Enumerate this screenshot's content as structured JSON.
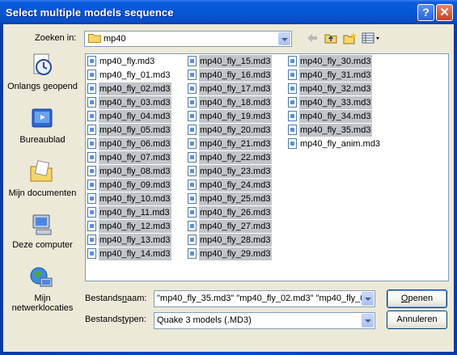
{
  "window": {
    "title": "Select multiple models sequence"
  },
  "lookin": {
    "label": "Zoeken in:",
    "value": "mp40"
  },
  "places": [
    {
      "label": "Onlangs geopend",
      "icon": "recent-documents-icon"
    },
    {
      "label": "Bureaublad",
      "icon": "desktop-icon"
    },
    {
      "label": "Mijn documenten",
      "icon": "my-documents-icon"
    },
    {
      "label": "Deze computer",
      "icon": "my-computer-icon"
    },
    {
      "label": "Mijn netwerklocaties",
      "icon": "network-places-icon"
    }
  ],
  "files": {
    "col1": [
      {
        "name": "mp40_fly.md3",
        "selected": false
      },
      {
        "name": "mp40_fly_01.md3",
        "selected": false
      },
      {
        "name": "mp40_fly_02.md3",
        "selected": true
      },
      {
        "name": "mp40_fly_03.md3",
        "selected": true
      },
      {
        "name": "mp40_fly_04.md3",
        "selected": true
      },
      {
        "name": "mp40_fly_05.md3",
        "selected": true
      },
      {
        "name": "mp40_fly_06.md3",
        "selected": true
      },
      {
        "name": "mp40_fly_07.md3",
        "selected": true
      },
      {
        "name": "mp40_fly_08.md3",
        "selected": true
      },
      {
        "name": "mp40_fly_09.md3",
        "selected": true
      },
      {
        "name": "mp40_fly_10.md3",
        "selected": true
      },
      {
        "name": "mp40_fly_11.md3",
        "selected": true
      },
      {
        "name": "mp40_fly_12.md3",
        "selected": true
      },
      {
        "name": "mp40_fly_13.md3",
        "selected": true
      },
      {
        "name": "mp40_fly_14.md3",
        "selected": true
      }
    ],
    "col2": [
      {
        "name": "mp40_fly_15.md3",
        "selected": true
      },
      {
        "name": "mp40_fly_16.md3",
        "selected": true
      },
      {
        "name": "mp40_fly_17.md3",
        "selected": true
      },
      {
        "name": "mp40_fly_18.md3",
        "selected": true
      },
      {
        "name": "mp40_fly_19.md3",
        "selected": true
      },
      {
        "name": "mp40_fly_20.md3",
        "selected": true
      },
      {
        "name": "mp40_fly_21.md3",
        "selected": true
      },
      {
        "name": "mp40_fly_22.md3",
        "selected": true
      },
      {
        "name": "mp40_fly_23.md3",
        "selected": true
      },
      {
        "name": "mp40_fly_24.md3",
        "selected": true
      },
      {
        "name": "mp40_fly_25.md3",
        "selected": true
      },
      {
        "name": "mp40_fly_26.md3",
        "selected": true
      },
      {
        "name": "mp40_fly_27.md3",
        "selected": true
      },
      {
        "name": "mp40_fly_28.md3",
        "selected": true
      },
      {
        "name": "mp40_fly_29.md3",
        "selected": true
      }
    ],
    "col3": [
      {
        "name": "mp40_fly_30.md3",
        "selected": true
      },
      {
        "name": "mp40_fly_31.md3",
        "selected": true
      },
      {
        "name": "mp40_fly_32.md3",
        "selected": true
      },
      {
        "name": "mp40_fly_33.md3",
        "selected": true
      },
      {
        "name": "mp40_fly_34.md3",
        "selected": true
      },
      {
        "name": "mp40_fly_35.md3",
        "selected": true
      },
      {
        "name": "mp40_fly_anim.md3",
        "selected": false
      }
    ]
  },
  "filename": {
    "label_pre": "Bestands",
    "label_u": "n",
    "label_post": "aam:",
    "value": "\"mp40_fly_35.md3\" \"mp40_fly_02.md3\" \"mp40_fly_0"
  },
  "filetype": {
    "label_pre": "Bestands",
    "label_u": "t",
    "label_post": "ypen:",
    "value": "Quake 3 models (.MD3)"
  },
  "buttons": {
    "open_u": "O",
    "open_rest": "penen",
    "cancel": "Annuleren"
  },
  "colors": {
    "title_bar": "#0a5bdc",
    "face": "#ece9d8",
    "selection": "#c1c4c9",
    "border": "#7f9db9"
  }
}
